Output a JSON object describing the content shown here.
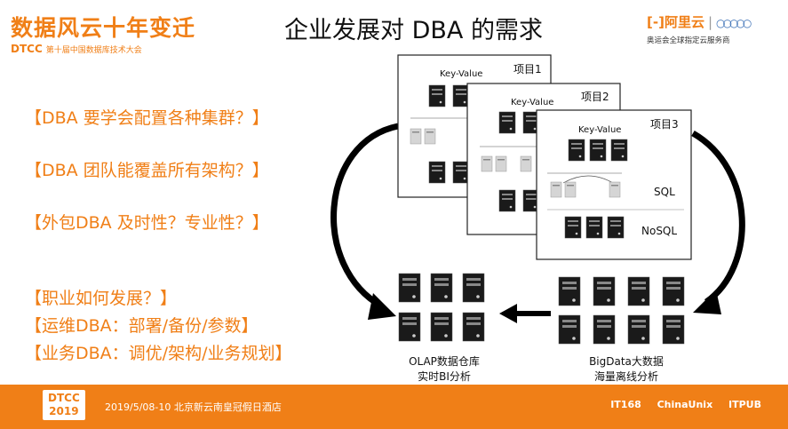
{
  "header": {
    "logo_cn": "数据风云十年变迁",
    "logo_sub_brand": "DTCC",
    "logo_sub": "第十届中国数据库技术大会",
    "title": "企业发展对 DBA 的需求",
    "sponsor_brand": "阿里云",
    "sponsor_tag": "奥运会全球指定云服务商"
  },
  "questions": [
    "【DBA 要学会配置各种集群？】",
    "【DBA 团队能覆盖所有架构？】",
    "【外包DBA 及时性？专业性？】"
  ],
  "bullets": [
    "【职业如何发展？】",
    "【运维DBA：部署/备份/参数】",
    "【业务DBA：调优/架构/业务规划】"
  ],
  "diagram": {
    "cards": [
      {
        "project": "项目1",
        "kv": "Key-Value"
      },
      {
        "project": "项目2",
        "kv": "Key-Value"
      },
      {
        "project": "项目3",
        "kv": "Key-Value",
        "sql": "SQL",
        "nosql": "NoSQL"
      }
    ],
    "olap_caption_1": "OLAP数据仓库",
    "olap_caption_2": "实时BI分析",
    "bigdata_caption_1": "BigData大数据",
    "bigdata_caption_2": "海量离线分析"
  },
  "footer": {
    "dtcc": "DTCC",
    "year": "2019",
    "info": "2019/5/08-10  北京新云南皇冠假日酒店",
    "partners": [
      "IT168",
      "ChinaUnix",
      "ITPUB"
    ]
  }
}
